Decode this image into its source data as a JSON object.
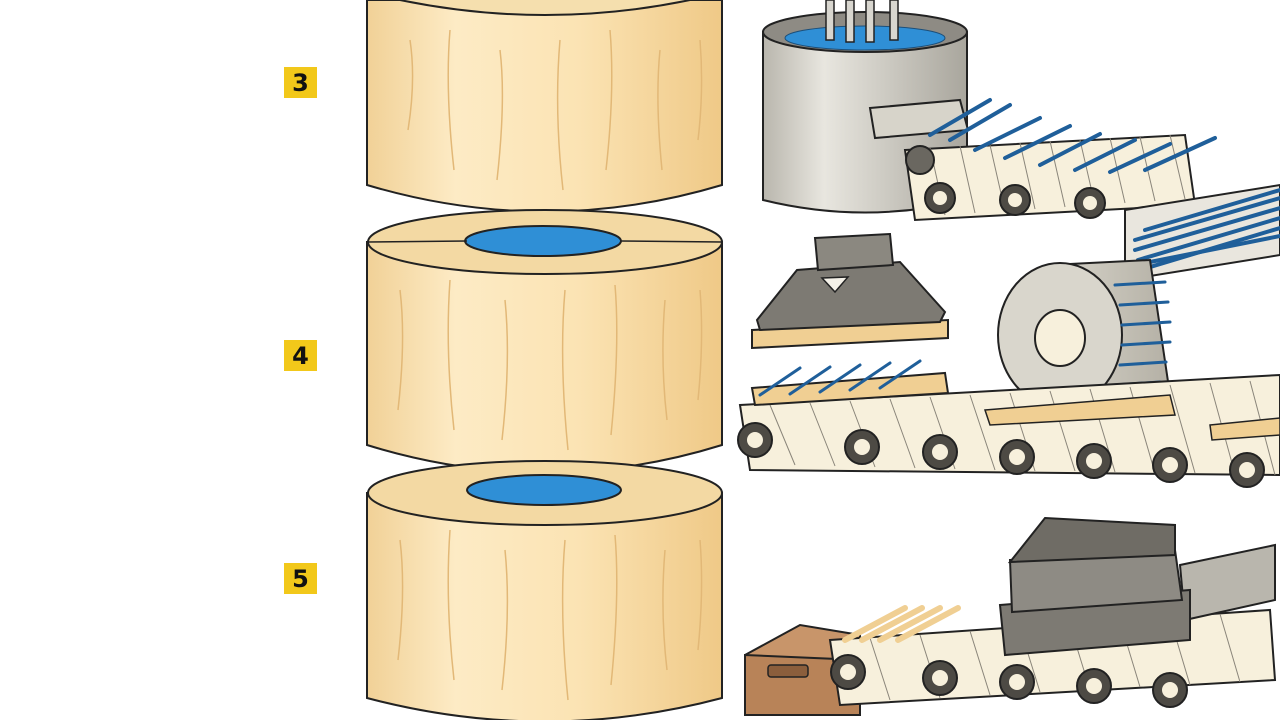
{
  "steps": [
    {
      "number": "3"
    },
    {
      "number": "4"
    },
    {
      "number": "5"
    }
  ],
  "colors": {
    "badge": "#f2c81a",
    "wood_light": "#fbe7bd",
    "wood_mid": "#f0cf93",
    "slot_blue": "#2f8fd6",
    "machine_gray": "#c9c6bd",
    "machine_dark": "#7d7a73",
    "belt_cream": "#f7f0dc",
    "crate_brown": "#c8956a"
  },
  "icons": [
    "triangle-marker-icon"
  ]
}
